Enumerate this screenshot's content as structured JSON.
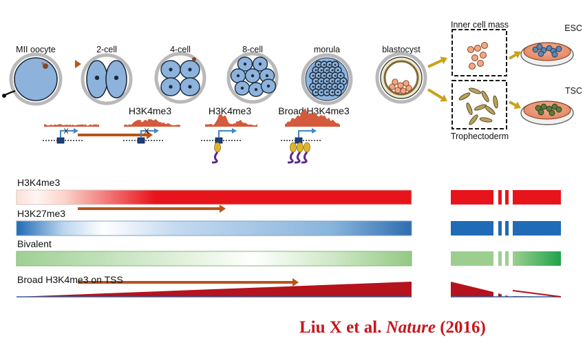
{
  "stages": [
    {
      "id": "mii-oocyte",
      "label": "MII oocyte"
    },
    {
      "id": "2-cell",
      "label": "2-cell"
    },
    {
      "id": "4-cell",
      "label": "4-cell"
    },
    {
      "id": "8-cell",
      "label": "8-cell"
    },
    {
      "id": "morula",
      "label": "morula"
    },
    {
      "id": "blastocyst",
      "label": "blastocyst"
    }
  ],
  "lineages": {
    "inner_cell_mass": "Inner cell mass",
    "trophectoderm": "Trophectoderm",
    "esc": "ESC",
    "tsc": "TSC"
  },
  "mark_labels": {
    "four_cell": "H3K4me3",
    "eight_cell": "H3K4me3",
    "morula": "Broad H3K4me3"
  },
  "tss_markers": {
    "blocked": "X"
  },
  "bars": [
    {
      "id": "h3k4me3",
      "label": "H3K4me3",
      "color": "#e8141b"
    },
    {
      "id": "h3k27me3",
      "label": "H3K27me3",
      "color": "#1f6bb5"
    },
    {
      "id": "bivalent",
      "label": "Bivalent",
      "color": "#2ea84a"
    },
    {
      "id": "broad-h3k4me3-tss",
      "label": "Broad H3K4me3 on TSS",
      "color": "#b5131d"
    }
  ],
  "citation": {
    "authors": "Liu X et al.",
    "journal": "Nature",
    "year": "(2016)"
  },
  "colors": {
    "cell_fill": "#8db3dd",
    "cell_stroke": "#1b2a3a",
    "zona": "#b9b9b9",
    "arrow_stage": "#b8541a",
    "arrow_lineage": "#c9a21a",
    "signal": "#d35a3c",
    "dish": "#e8926f",
    "promoter_arrow": "#3f87c6",
    "nucleosome": "#e0b52a",
    "histone_tail": "#5a2a8a"
  }
}
